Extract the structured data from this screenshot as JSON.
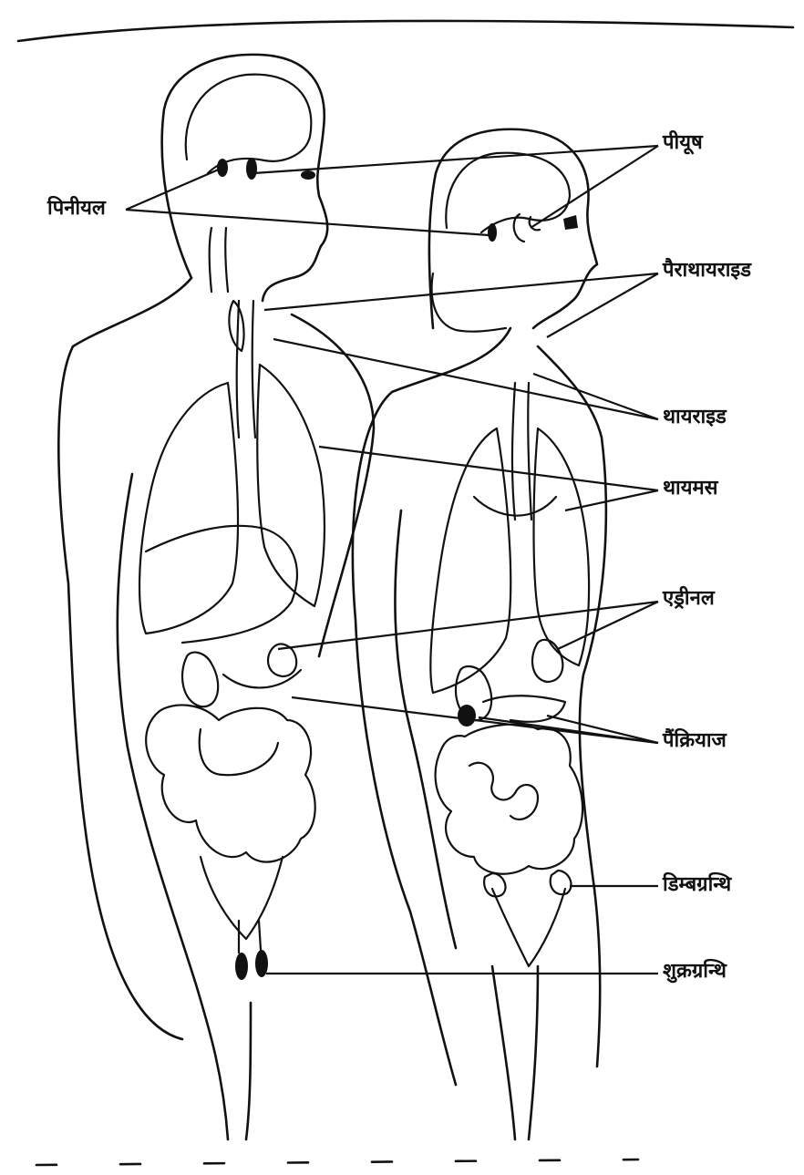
{
  "labels": {
    "pineal": "पिनीयल",
    "pituitary": "पीयूष",
    "parathyroid": "पैराथायराइड",
    "thyroid": "थायराइड",
    "thymus": "थायमस",
    "adrenal": "एड्रीनल",
    "pancreas": "पैंक्रियाज",
    "ovary": "डिम्बग्रन्थि",
    "testis": "शुक्रग्रन्थि"
  },
  "colors": {
    "ink": "#111111",
    "paper": "#ffffff"
  }
}
